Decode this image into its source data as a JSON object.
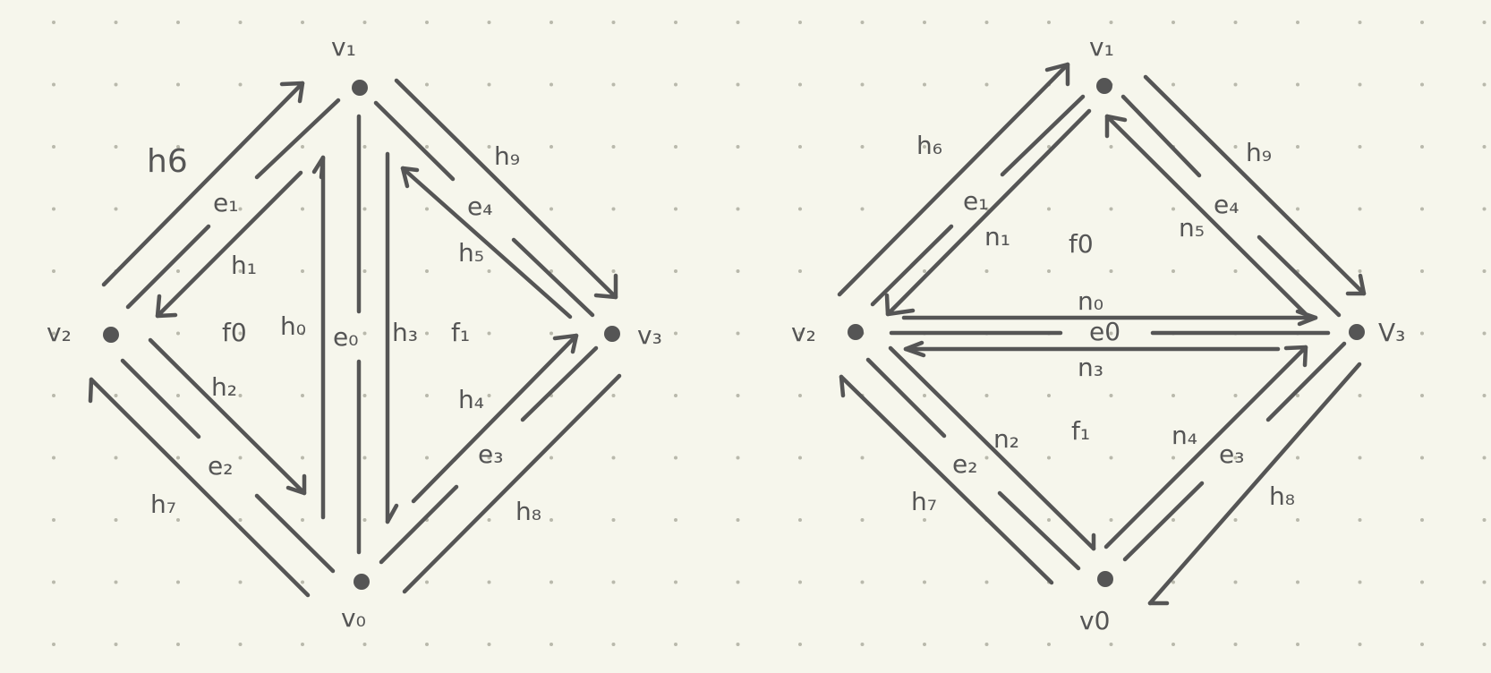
{
  "diagrams": [
    {
      "vertices": [
        "v₁",
        "v₂",
        "v₃",
        "v₀"
      ],
      "faces": [
        "f0",
        "f₁"
      ],
      "edges": [
        "e₁",
        "e₄",
        "e₀",
        "e₂",
        "e₃"
      ],
      "halfedges": [
        "h6",
        "h₉",
        "h₁",
        "h₅",
        "h₀",
        "h₃",
        "h₂",
        "h₄",
        "h₇",
        "h₈"
      ]
    },
    {
      "vertices": [
        "v₁",
        "v₂",
        "V₃",
        "v0"
      ],
      "faces": [
        "f0",
        "f₁"
      ],
      "edges": [
        "e₁",
        "e₄",
        "e0",
        "e₂",
        "e₃"
      ],
      "halfedges": [
        "h₆",
        "h₉",
        "h₇",
        "h₈"
      ],
      "new_halfedges": [
        "n₁",
        "n₅",
        "n₀",
        "n₃",
        "n₂",
        "n₄"
      ]
    }
  ]
}
